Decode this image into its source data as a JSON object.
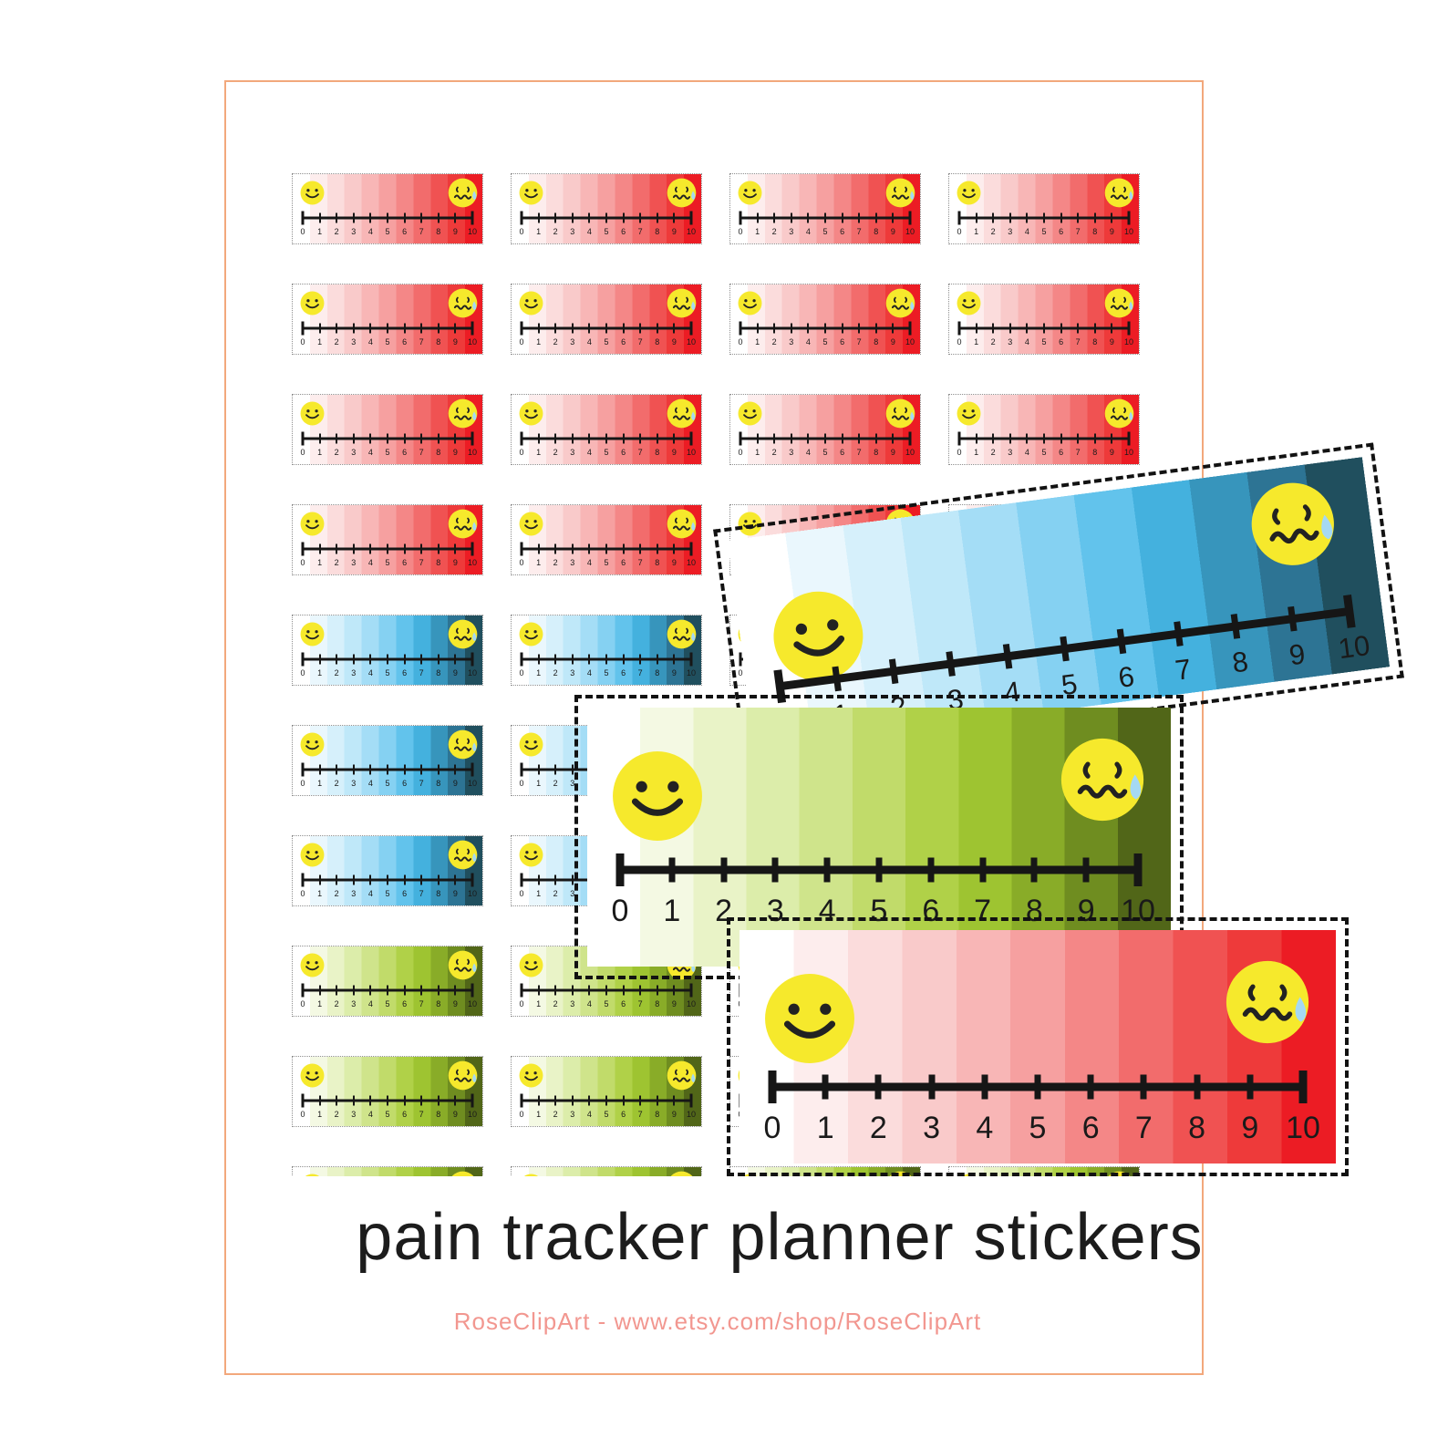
{
  "title": {
    "text": "pain tracker planner stickers"
  },
  "credit": {
    "text": "RoseClipArt - www.etsy.com/shop/RoseClipArt"
  },
  "scale": {
    "numbers": [
      "0",
      "1",
      "2",
      "3",
      "4",
      "5",
      "6",
      "7",
      "8",
      "9",
      "10"
    ]
  },
  "sheet": {
    "columns": 4,
    "rows": [
      {
        "color": "red"
      },
      {
        "color": "red"
      },
      {
        "color": "red"
      },
      {
        "color": "red"
      },
      {
        "color": "blue"
      },
      {
        "color": "blue"
      },
      {
        "color": "blue"
      },
      {
        "color": "green"
      },
      {
        "color": "green"
      },
      {
        "color": "green"
      }
    ]
  },
  "overlays": [
    {
      "name": "blue",
      "color": "blue"
    },
    {
      "name": "green",
      "color": "green"
    },
    {
      "name": "red",
      "color": "red"
    }
  ],
  "colors": {
    "sheet_border": "#f2a87c",
    "title_text": "#1c1c1c",
    "credit_text": "#f29790",
    "face_yellow": "#f6e92c",
    "face_ink": "#222222",
    "tear_blue": "#a5d9f3",
    "line_black": "#161616",
    "ramps": {
      "red": [
        "#ffffff",
        "#fdeded",
        "#fbdcdc",
        "#f9caca",
        "#f8b6b6",
        "#f6a0a0",
        "#f48787",
        "#f26c6c",
        "#f05252",
        "#ee3a3a",
        "#ec1c24"
      ],
      "blue": [
        "#ffffff",
        "#eaf7fd",
        "#d6f0fb",
        "#bfe8f9",
        "#a4ddf6",
        "#85d1f2",
        "#62c3ec",
        "#44b1de",
        "#3795bc",
        "#2d7494",
        "#204f5e"
      ],
      "green": [
        "#ffffff",
        "#f4f9e3",
        "#e9f3c7",
        "#dcedaa",
        "#cfe48b",
        "#c1db6a",
        "#b0d148",
        "#9ec431",
        "#89ac28",
        "#6f8d20",
        "#516618"
      ]
    }
  }
}
